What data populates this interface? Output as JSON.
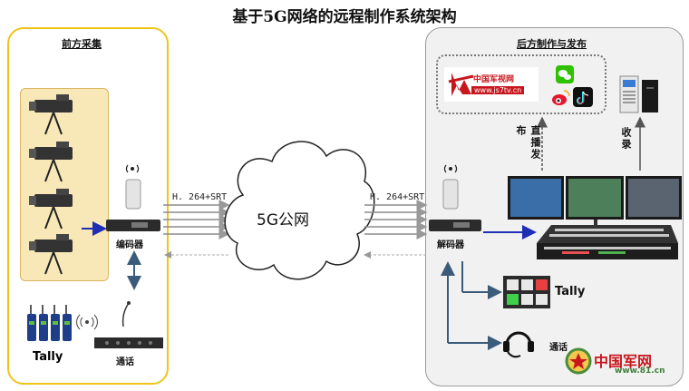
{
  "title": "基于5G网络的远程制作系统架构",
  "front": {
    "title": "前方采集",
    "encoder_label": "编码器",
    "tally_label": "Tally",
    "intercom_label": "通话"
  },
  "network": {
    "cloud_label": "5G公网",
    "protocol_left": "H. 264+SRT",
    "protocol_right": "H. 264+SRT"
  },
  "back": {
    "title": "后方制作与发布",
    "decoder_label": "解码器",
    "live_publish_label": "直播发布",
    "record_label": "收录",
    "tally_label": "Tally",
    "intercom_label": "通话",
    "jstv_name": "中国军视网",
    "jstv_url": "www.js7tv.cn"
  },
  "watermark": {
    "name": "中国军网",
    "url": "www.81.cn"
  },
  "colors": {
    "front_border": "#f0c419",
    "camera_bg": "#f8e8b8",
    "signal_arrow": "#1f2fb5",
    "control_arrow": "#3b5b7a",
    "cloud_stroke": "#222222"
  }
}
